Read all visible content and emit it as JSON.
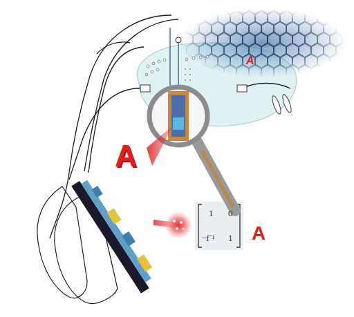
{
  "diagram": {
    "labels": [
      "A",
      "A",
      "A",
      "1",
      "0",
      "−f⁻¹",
      "1"
    ]
  }
}
